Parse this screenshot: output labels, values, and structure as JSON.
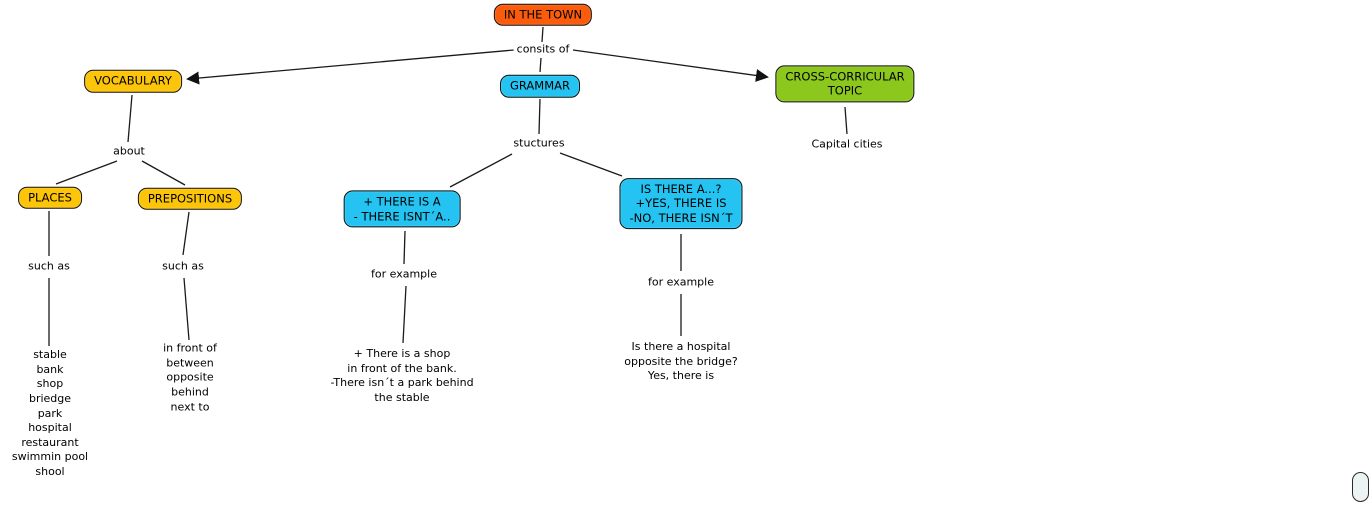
{
  "colors": {
    "root_orange": "#FA5C0C",
    "topic_yellow": "#FCC50A",
    "grammar_cyan": "#25C3F1",
    "cross_green": "#8BC71C",
    "line_black": "#1a1a1a",
    "thumb_fill": "#edf3f3"
  },
  "nodes": {
    "root": {
      "label": "IN THE TOWN"
    },
    "vocabulary": {
      "label": "VOCABULARY"
    },
    "grammar": {
      "label": "GRAMMAR"
    },
    "cross_topic": {
      "label": "CROSS-CORRICULAR\nTOPIC"
    },
    "places": {
      "label": "PLACES"
    },
    "prepositions": {
      "label": "PREPOSITIONS"
    },
    "there_is": {
      "label": "+ THERE IS A\n- THERE ISNT´A.."
    },
    "is_there": {
      "label": "IS THERE A...?\n+YES, THERE IS\n-NO, THERE ISN´T"
    }
  },
  "links": {
    "consists_of": "consits of",
    "about": "about",
    "structures": "stuctures",
    "such_as_places": "such as",
    "such_as_prepositions": "such as",
    "for_example_there_is": "for example",
    "for_example_is_there": "for example"
  },
  "leaves": {
    "capital_cities": "Capital cities",
    "places_list": "stable\nbank\nshop\nbriedge\npark\nhospital\nrestaurant\nswimmin pool\nshool",
    "prepositions_list": "in front of\nbetween\nopposite\nbehind\nnext to",
    "there_is_examples": "+ There is a shop\nin front of the bank.\n-There isn´t a park behind\nthe stable",
    "is_there_examples": "Is there a  hospital\nopposite the bridge?\nYes, there is"
  }
}
